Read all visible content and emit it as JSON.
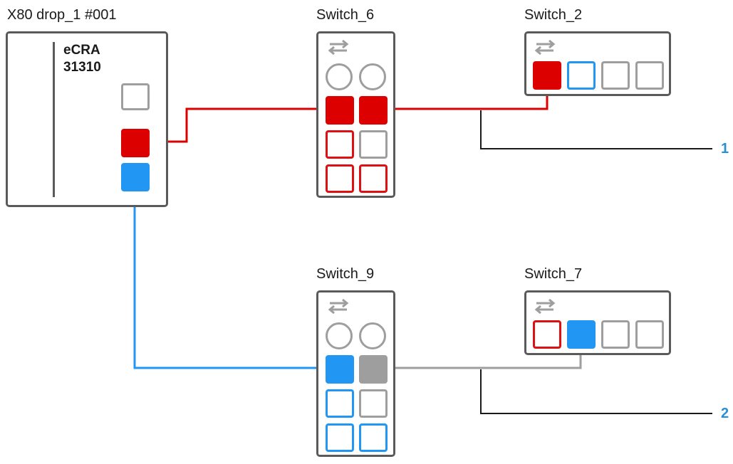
{
  "drop": {
    "title": "X80 drop_1 #001",
    "module_line1": "eCRA",
    "module_line2": "31310"
  },
  "switches": {
    "s6": {
      "title": "Switch_6"
    },
    "s2": {
      "title": "Switch_2"
    },
    "s9": {
      "title": "Switch_9"
    },
    "s7": {
      "title": "Switch_7"
    }
  },
  "callouts": {
    "c1": "1",
    "c2": "2"
  },
  "colors": {
    "red": "#dd0000",
    "blue": "#2196f3",
    "gray": "#9e9e9e",
    "frame": "#5a5a5a",
    "callout": "#2a8fd6"
  },
  "icons": {
    "switch_arrows": "bidirectional-arrows-icon"
  }
}
